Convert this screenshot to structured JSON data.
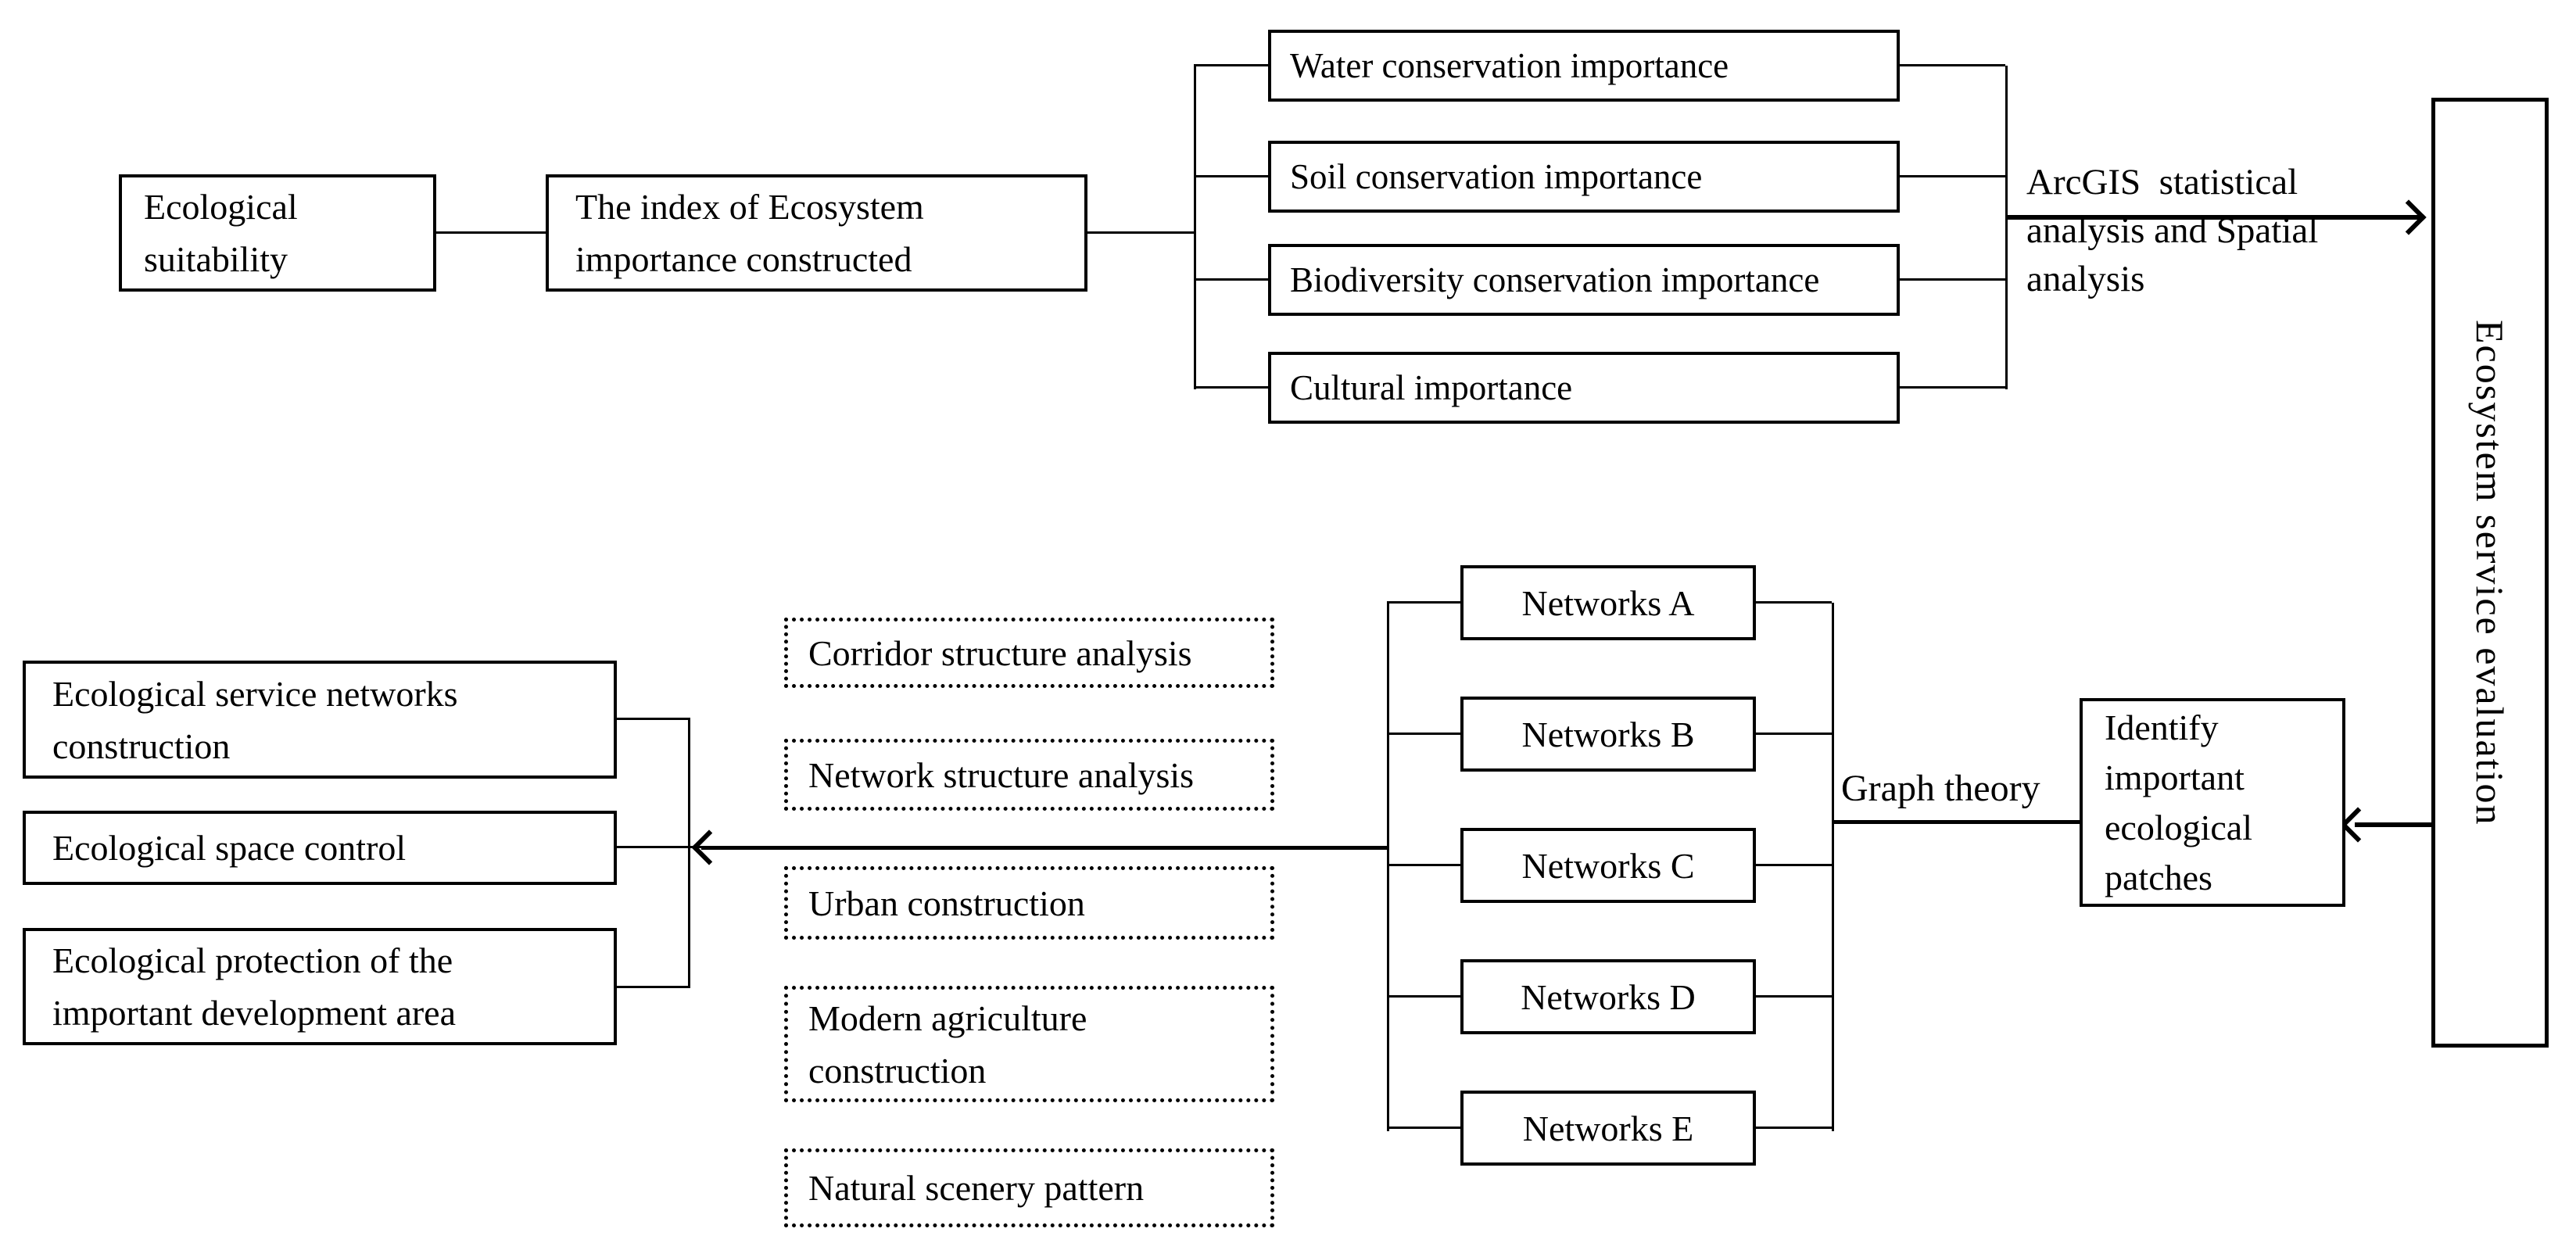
{
  "diagram": {
    "colors": {
      "line": "#000000",
      "background": "#ffffff",
      "box_background": "#ffffff",
      "text": "#000000"
    },
    "top": {
      "eco_suitability": "Ecological\nsuitability",
      "index_box": "The index of Ecosystem\nimportance constructed",
      "importance_items": [
        "Water conservation importance",
        "Soil conservation importance",
        "Biodiversity conservation importance",
        "Cultural importance"
      ],
      "arcgis_label": "ArcGIS  statistical\nanalysis and Spatial\nanalysis"
    },
    "right_panel": "Ecosystem service evaluation",
    "bottom": {
      "identify_box": "Identify\nimportant\necological\npatches",
      "graph_theory_label": "Graph theory",
      "networks": [
        "Networks A",
        "Networks B",
        "Networks C",
        "Networks D",
        "Networks E"
      ],
      "analysis_items": [
        "Corridor structure analysis",
        "Network structure analysis",
        "Urban construction",
        "Modern agriculture\nconstruction",
        "Natural scenery pattern"
      ],
      "outcome_items": [
        "Ecological service networks\nconstruction",
        "Ecological space control",
        "Ecological protection of the\nimportant development area"
      ]
    }
  }
}
